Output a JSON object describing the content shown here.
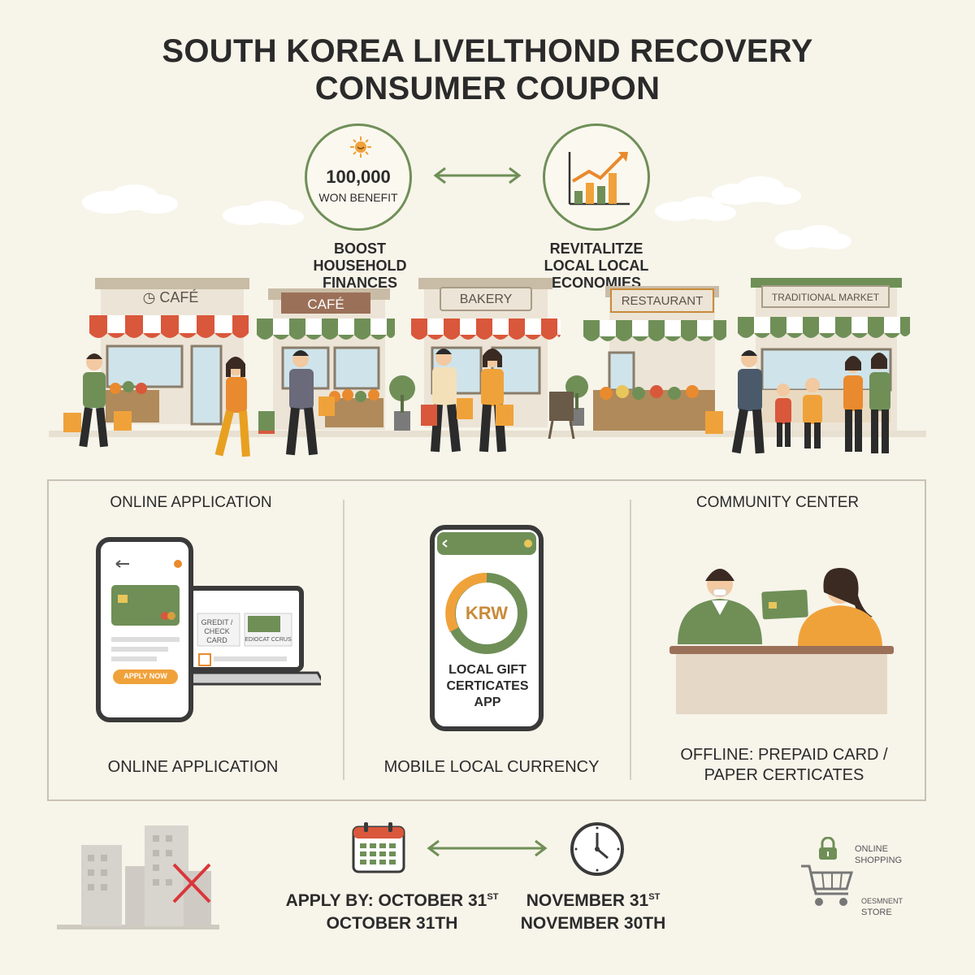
{
  "title_line1": "SOUTH KOREA LIVELTHOND RECOVERY",
  "title_line2": "CONSUMER COUPON",
  "benefit": {
    "amount": "100,000",
    "label": "WON BENEFIT"
  },
  "goals": {
    "left": [
      "BOOST",
      "HOUSEHOLD",
      "FINANCES"
    ],
    "right": [
      "REVITALITZE",
      "LOCAL LOCAL",
      "ECONOMIES"
    ]
  },
  "shops": [
    "CAFÉ",
    "CAFÉ",
    "BAKERY",
    "RESTAURANT",
    "TRADITIONAL MARKET"
  ],
  "methods": {
    "online": {
      "header": "ONLINE APPLICATION",
      "footer": "ONLINE APPLICATION",
      "apply_button": "APPLY NOW",
      "card_label": "GREDIT / CHECK CARD",
      "laptop_label": "EDIOCAT CCRUS"
    },
    "mobile": {
      "footer": "MOBILE LOCAL CURRENCY",
      "currency": "KRW",
      "app_label": [
        "LOCAL GIFT",
        "CERTICATES",
        "APP"
      ]
    },
    "offline": {
      "header": "COMMUNITY CENTER",
      "footer": [
        "OFFLINE: PREPAID CARD /",
        "PAPER CERTICATES"
      ]
    }
  },
  "dates": {
    "apply_main": "APPLY BY: OCTOBER 31",
    "apply_sup": "ST",
    "apply_sub": "OCTOBER 31TH",
    "use_main": "NOVEMBER 31",
    "use_sup": "ST",
    "use_sub": "NOVEMBER 30TH"
  },
  "restrictions": {
    "online_shopping": [
      "ONLINE",
      "SHOPPING"
    ],
    "department_store": [
      "OESMNENT",
      "STORE"
    ]
  },
  "colors": {
    "green": "#6f8f57",
    "orange": "#f0a23a",
    "red": "#d9573b",
    "background": "#f7f4ea"
  }
}
